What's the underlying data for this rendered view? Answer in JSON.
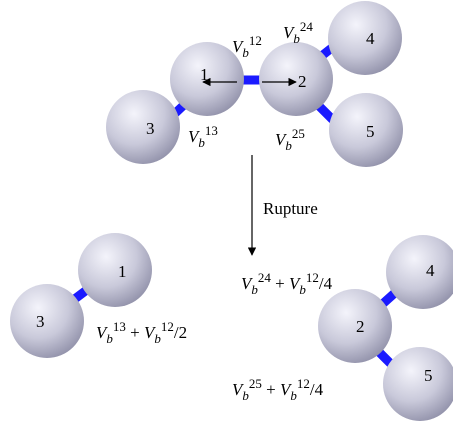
{
  "colors": {
    "bond": "#1a1aff",
    "sphere_light": "#f4f4fb",
    "sphere_mid": "#c9c9da",
    "sphere_dark": "#8d8da6",
    "text": "#000000",
    "arrow": "#000000"
  },
  "labels": {
    "vb12": {
      "v": "V",
      "sub": "b",
      "sup": "12"
    },
    "vb24": {
      "v": "V",
      "sub": "b",
      "sup": "24"
    },
    "vb13": {
      "v": "V",
      "sub": "b",
      "sup": "13"
    },
    "vb25": {
      "v": "V",
      "sub": "b",
      "sup": "25"
    },
    "rupture": "Rupture",
    "left_expr": {
      "v": "V",
      "sub": "b",
      "sup": "13",
      "plus": " + ",
      "v2": "V",
      "sub2": "b",
      "sup2": "12",
      "tail": "/2"
    },
    "right_top_expr": {
      "v": "V",
      "sub": "b",
      "sup": "24",
      "plus": " + ",
      "v2": "V",
      "sub2": "b",
      "sup2": "12",
      "tail": "/4"
    },
    "right_bot_expr": {
      "v": "V",
      "sub": "b",
      "sup": "25",
      "plus": " + ",
      "v2": "V",
      "sub2": "b",
      "sup2": "12",
      "tail": "/4"
    }
  },
  "particles": {
    "top_1": "1",
    "top_2": "2",
    "top_3": "3",
    "top_4": "4",
    "top_5": "5",
    "left_1": "1",
    "left_3": "3",
    "right_2": "2",
    "right_4": "4",
    "right_5": "5"
  }
}
